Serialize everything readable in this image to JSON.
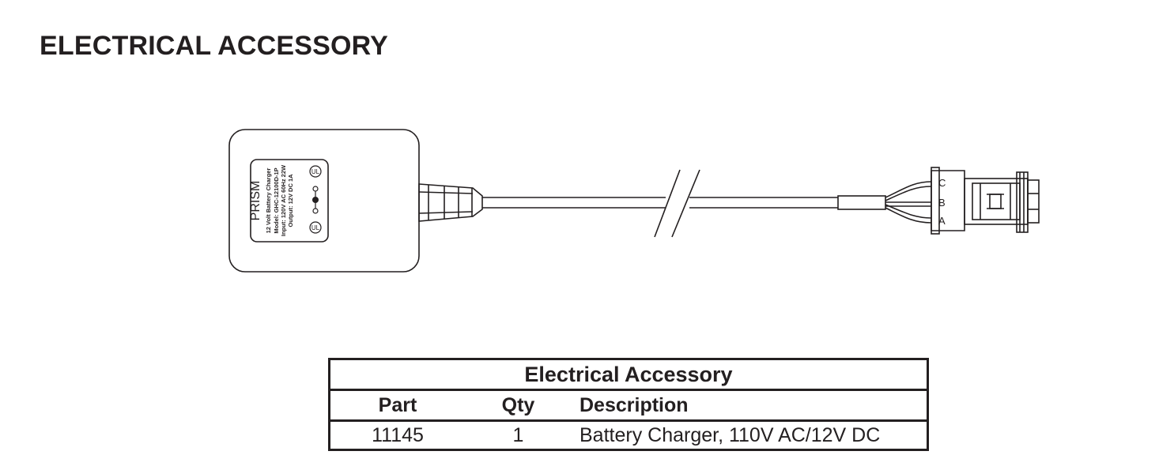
{
  "page": {
    "title": "ELECTRICAL ACCESSORY"
  },
  "charger_label": {
    "brand": "PRISM",
    "line1": "12 Volt Battery Charger",
    "line2": "Model: GHC-12100D-1P",
    "line3": "Input: 120V AC 60Hz 22W",
    "line4": "Output: 12V DC 1A"
  },
  "connector": {
    "pins": [
      "C",
      "B",
      "A"
    ]
  },
  "table": {
    "title": "Electrical Accessory",
    "headers": {
      "part": "Part",
      "qty": "Qty",
      "description": "Description"
    },
    "rows": [
      {
        "part": "11145",
        "qty": "1",
        "description": "Battery Charger, 110V AC/12V DC"
      }
    ]
  },
  "colors": {
    "ink": "#231f20",
    "paper": "#ffffff"
  },
  "icons": [
    "ul-mark-icon",
    "polarity-icon"
  ]
}
